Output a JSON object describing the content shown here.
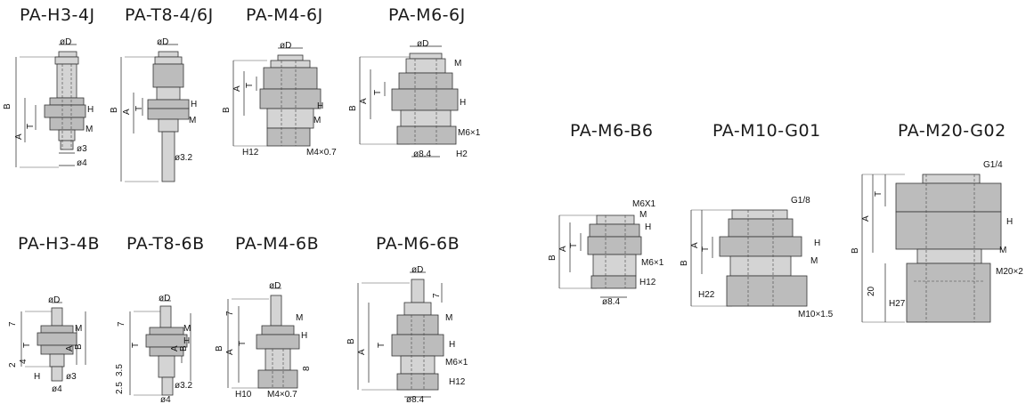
{
  "products": [
    {
      "id": "pa-h3-4j",
      "title": "PA-H3-4J",
      "labels": [
        "øD",
        "B",
        "A",
        "H",
        "T",
        "M",
        "ø3",
        "ø4"
      ]
    },
    {
      "id": "pa-t8-4-6j",
      "title": "PA-T8-4/6J",
      "labels": [
        "øD",
        "B",
        "A",
        "H",
        "T",
        "M",
        "ø3.2"
      ]
    },
    {
      "id": "pa-m4-6j",
      "title": "PA-M4-6J",
      "labels": [
        "øD",
        "B",
        "A",
        "H",
        "T",
        "M",
        "H12",
        "M4×0.7"
      ]
    },
    {
      "id": "pa-m6-6j",
      "title": "PA-M6-6J",
      "labels": [
        "øD",
        "M",
        "B",
        "A",
        "T",
        "H",
        "M6×1",
        "ø8.4",
        "H2"
      ]
    },
    {
      "id": "pa-h3-4b",
      "title": "PA-H3-4B",
      "labels": [
        "øD",
        "7",
        "T",
        "M",
        "A",
        "B",
        "2",
        "4",
        "H",
        "ø3",
        "ø4"
      ]
    },
    {
      "id": "pa-t8-6b",
      "title": "PA-T8-6B",
      "labels": [
        "øD",
        "7",
        "T",
        "M",
        "H",
        "A",
        "B",
        "3.5",
        "2.5",
        "ø3.2",
        "ø4"
      ]
    },
    {
      "id": "pa-m4-6b",
      "title": "PA-M4-6B",
      "labels": [
        "øD",
        "7",
        "M",
        "T",
        "H",
        "B",
        "A",
        "8",
        "H10",
        "M4×0.7"
      ]
    },
    {
      "id": "pa-m6-6b",
      "title": "PA-M6-6B",
      "labels": [
        "øD",
        "7",
        "M",
        "B",
        "A",
        "T",
        "H",
        "M6×1",
        "H12",
        "ø8.4"
      ]
    },
    {
      "id": "pa-m6-b6",
      "title": "PA-M6-B6",
      "labels": [
        "M6X1",
        "M",
        "H",
        "B",
        "A",
        "T",
        "M6×1",
        "H12",
        "ø8.4"
      ]
    },
    {
      "id": "pa-m10-g01",
      "title": "PA-M10-G01",
      "labels": [
        "G1/8",
        "B",
        "A",
        "T",
        "H",
        "M",
        "H22",
        "M10×1.5"
      ]
    },
    {
      "id": "pa-m20-g02",
      "title": "PA-M20-G02",
      "labels": [
        "G1/4",
        "T",
        "A",
        "H",
        "M",
        "B",
        "20",
        "M20×2",
        "H27"
      ]
    }
  ]
}
